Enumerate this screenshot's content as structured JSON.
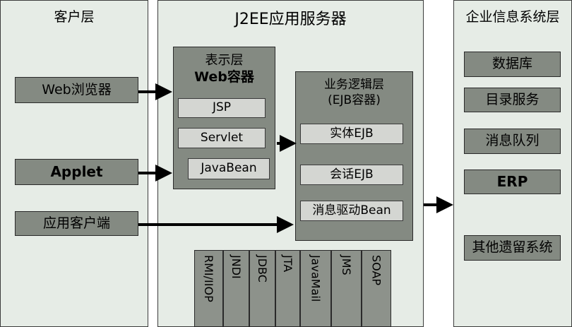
{
  "client_tier": {
    "title": "客户层",
    "items": [
      "Web浏览器",
      "Applet",
      "应用客户端"
    ]
  },
  "server_tier": {
    "title": "J2EE应用服务器",
    "web_container": {
      "title_line1": "表示层",
      "title_line2": "Web容器",
      "items": [
        "JSP",
        "Servlet",
        "JavaBean"
      ]
    },
    "ejb_container": {
      "title_line1": "业务逻辑层",
      "title_line2": "(EJB容器)",
      "items": [
        "实体EJB",
        "会话EJB",
        "消息驱动Bean"
      ]
    },
    "services": [
      "RMI/IIOP",
      "JNDI",
      "JDBC",
      "JTA",
      "JavaMail",
      "JMS",
      "SOAP"
    ]
  },
  "eis_tier": {
    "title": "企业信息系统层",
    "items": [
      "数据库",
      "目录服务",
      "消息队列",
      "ERP",
      "其他遗留系统"
    ]
  }
}
